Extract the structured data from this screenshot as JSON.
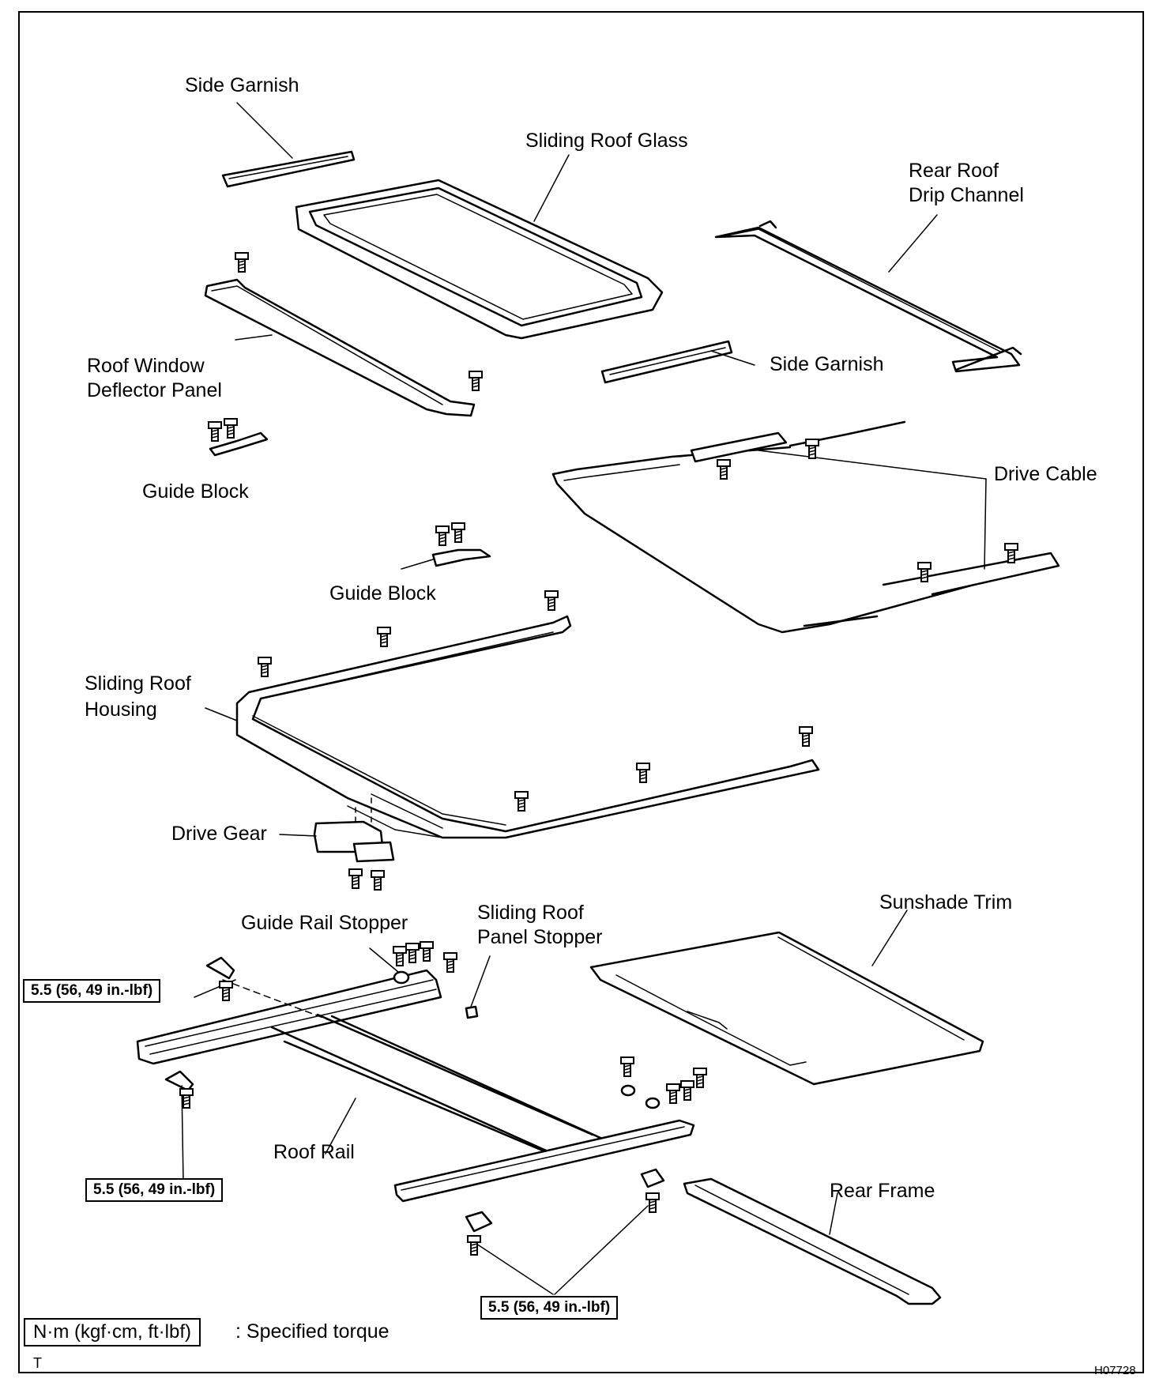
{
  "labels": {
    "side_garnish_top": "Side Garnish",
    "sliding_roof_glass": "Sliding Roof Glass",
    "rear_roof_drip_channel_1": "Rear Roof",
    "rear_roof_drip_channel_2": "Drip Channel",
    "roof_window_deflector_1": "Roof Window",
    "roof_window_deflector_2": "Deflector Panel",
    "side_garnish_mid": "Side Garnish",
    "guide_block_left": "Guide Block",
    "drive_cable": "Drive Cable",
    "guide_block_center": "Guide Block",
    "sliding_roof_housing_1": "Sliding Roof",
    "sliding_roof_housing_2": "Housing",
    "drive_gear": "Drive Gear",
    "guide_rail_stopper": "Guide Rail Stopper",
    "sliding_roof_panel_stopper_1": "Sliding Roof",
    "sliding_roof_panel_stopper_2": "Panel Stopper",
    "sunshade_trim": "Sunshade Trim",
    "roof_rail": "Roof Rail",
    "rear_frame": "Rear Frame"
  },
  "torque_specs": {
    "top_left": "5.5 (56, 49 in.-lbf)",
    "left_lower": "5.5 (56, 49 in.-lbf)",
    "bottom_center": "5.5 (56, 49 in.-lbf)"
  },
  "legend": {
    "unit_box": "N·m (kgf·cm, ft·lbf)",
    "description": ": Specified torque"
  },
  "footer": {
    "corner_mark": "T",
    "figure_code": "H07728"
  }
}
